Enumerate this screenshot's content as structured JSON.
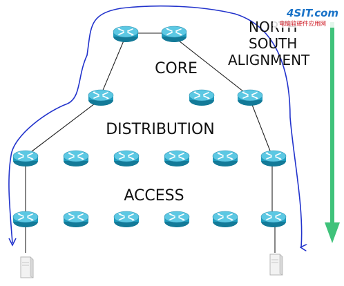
{
  "diagram": {
    "labels": {
      "core": "CORE",
      "distribution": "DISTRIBUTION",
      "access": "ACCESS",
      "north": "NORTH",
      "south": "SOUTH",
      "alignment": "ALIGNMENT"
    },
    "watermark": {
      "brand": "4SIT.com",
      "tagline": "电脑软硬件应用网"
    },
    "colors": {
      "router_body": "#1e9dbf",
      "router_top": "#5cc8e3",
      "link_line": "#222222",
      "flow_path": "#2233cc",
      "alignment_arrow": "#3fc27a",
      "watermark_blue": "#1a73c8",
      "watermark_red": "#d0202a"
    },
    "icons": {
      "router": "router-icon",
      "host": "server-host-icon"
    }
  }
}
